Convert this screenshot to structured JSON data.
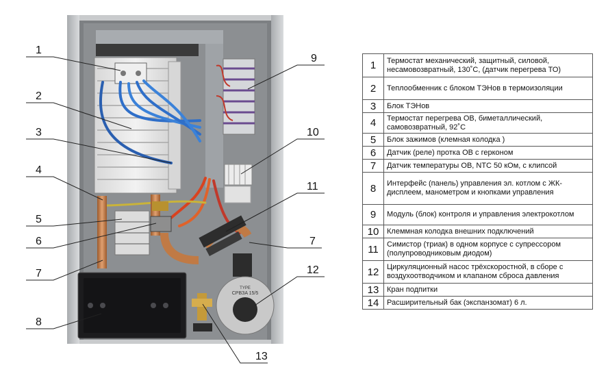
{
  "diagram": {
    "callouts": [
      {
        "num": "1"
      },
      {
        "num": "2"
      },
      {
        "num": "3"
      },
      {
        "num": "4"
      },
      {
        "num": "5"
      },
      {
        "num": "6"
      },
      {
        "num": "7"
      },
      {
        "num": "8"
      },
      {
        "num": "9"
      },
      {
        "num": "10"
      },
      {
        "num": "11"
      },
      {
        "num": "7"
      },
      {
        "num": "12"
      },
      {
        "num": "13"
      }
    ],
    "pump_plate": {
      "line1": "TYPE",
      "line2": "CPBЗA 15/5"
    }
  },
  "legend": {
    "rows": [
      {
        "num": "1",
        "text": "Термостат механический, защитный, силовой, несамовозвратный, 130˚С, (датчик перегрева ТО)"
      },
      {
        "num": "2",
        "text": "Теплообменник с блоком ТЭНов в термоизоляции"
      },
      {
        "num": "3",
        "text": "Блок ТЭНов"
      },
      {
        "num": "4",
        "text": "Термостат перегрева ОВ, биметаллический, самовозвратный, 92˚С"
      },
      {
        "num": "5",
        "text": "Блок зажимов (клемная колодка )"
      },
      {
        "num": "6",
        "text": "Датчик (реле) протка ОВ с герконом"
      },
      {
        "num": "7",
        "text": "Датчик температуры ОВ, NTC 50 кОм, с клипсой"
      },
      {
        "num": "8",
        "text": "Интерфейс (панель) управления эл. котлом с ЖК-дисплеем, манометром и кнопками управления"
      },
      {
        "num": "9",
        "text": "Модуль (блок) контроля и управления электрокотлом"
      },
      {
        "num": "10",
        "text": "Клеммная колодка внешних подключений"
      },
      {
        "num": "11",
        "text": "Симистор (триак) в одном корпусе с супрессором (полупроводниковым диодом)"
      },
      {
        "num": "12",
        "text": "Циркуляционный насос трёхскоростной, в сборе с воздухоотводчиком и клапаном сброса давления"
      },
      {
        "num": "13",
        "text": "Кран подпитки"
      },
      {
        "num": "14",
        "text": "Расширительный бак (экспанзомат) 6 л."
      }
    ]
  }
}
